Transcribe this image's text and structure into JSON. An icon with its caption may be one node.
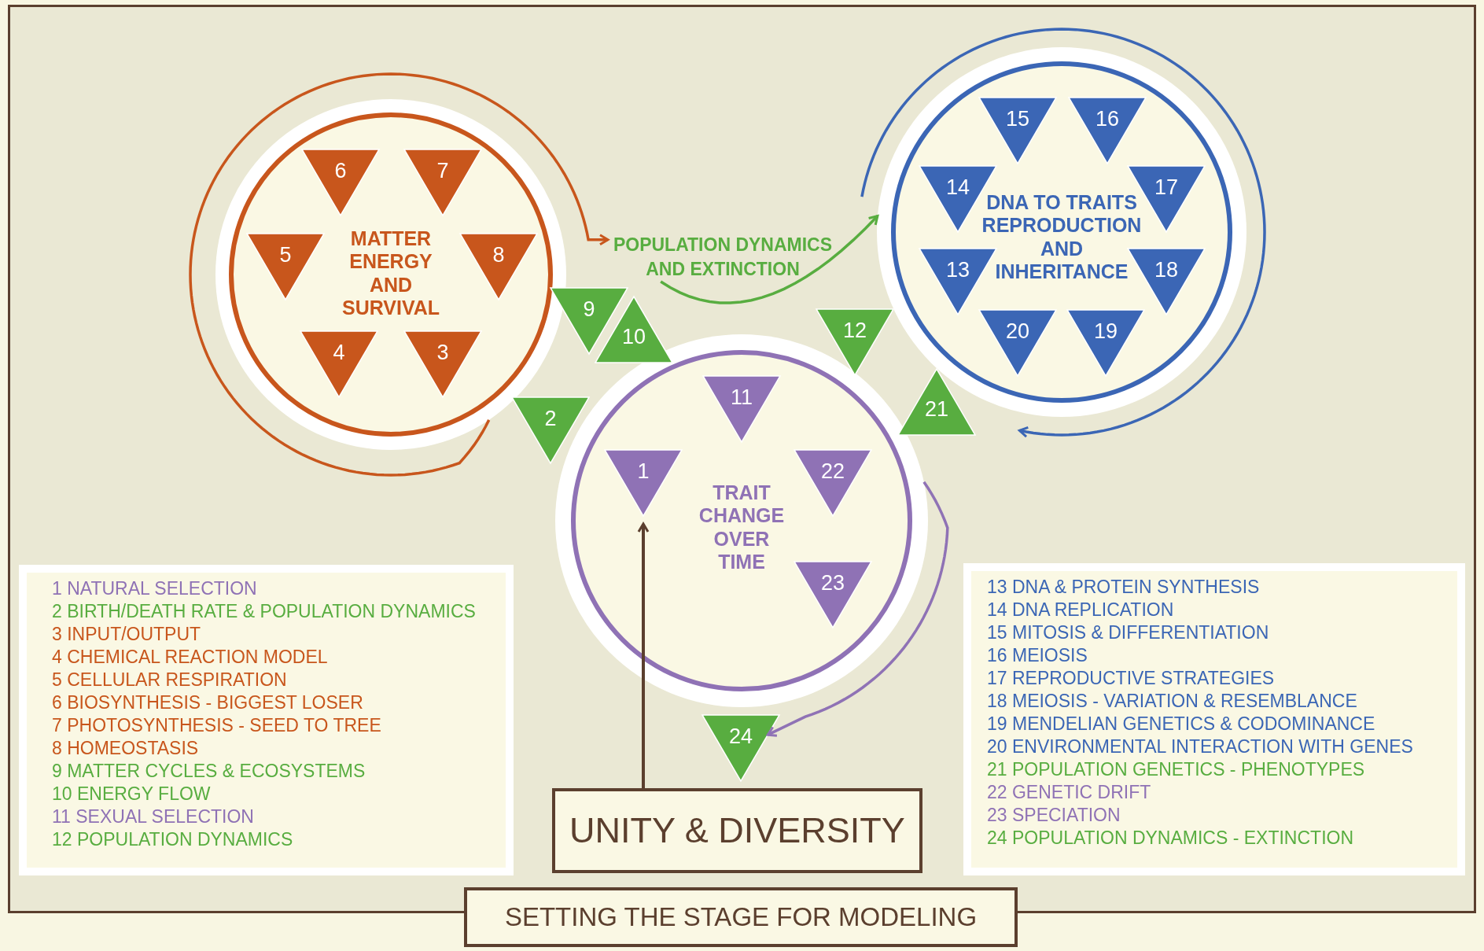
{
  "diagram": {
    "nodes": [
      {
        "text": [
          "MATTER ENERGY AND SURVIVAL"
        ]
      },
      {
        "text": [
          "6"
        ],
        "in": 0
      },
      {
        "text": [
          "7"
        ],
        "in": 0
      },
      {
        "text": [
          "5"
        ],
        "in": 0
      },
      {
        "text": [
          "8"
        ],
        "in": 0
      },
      {
        "text": [
          "4"
        ],
        "in": 0
      },
      {
        "text": [
          "3"
        ],
        "in": 0
      },
      {
        "text": [
          "POPULATION DYNAMICS AND EXTINCTION"
        ]
      },
      {
        "text": [
          "DNA TO TRAITS REPRODUCTION AND INHERITANCE"
        ]
      },
      {
        "text": [
          "15"
        ],
        "in": 8
      },
      {
        "text": [
          "16"
        ],
        "in": 8
      },
      {
        "text": [
          "14"
        ],
        "in": 8
      },
      {
        "text": [
          "17"
        ],
        "in": 8
      },
      {
        "text": [
          "13"
        ],
        "in": 8
      },
      {
        "text": [
          "18"
        ],
        "in": 8
      },
      {
        "text": [
          "20"
        ],
        "in": 8
      },
      {
        "text": [
          "19"
        ],
        "in": 8
      },
      {
        "text": [
          "9"
        ]
      },
      {
        "text": [
          "10"
        ]
      },
      {
        "text": [
          "12"
        ]
      },
      {
        "text": [
          "2"
        ]
      },
      {
        "text": [
          "TRAIT CHANGE OVER TIME"
        ]
      },
      {
        "text": [
          "11"
        ],
        "in": 21
      },
      {
        "text": [
          "1"
        ],
        "in": 21
      },
      {
        "text": [
          "22"
        ],
        "in": 21
      },
      {
        "text": [
          "23"
        ],
        "in": 21
      },
      {
        "text": [
          "21"
        ]
      },
      {
        "text": [
          "1 NATURAL SELECTION",
          "2 BIRTH/DEATH RATE & POPULATION DYNAMICS",
          "3 INPUT/OUTPUT",
          "4 CHEMICAL REACTION MODEL",
          "5 CELLULAR RESPIRATION",
          "6 BIOSYNTHESIS - BIGGEST LOSER",
          "7 PHOTOSYNTHESIS - SEED TO TREE",
          "8 HOMEOSTASIS",
          "9 MATTER CYCLES & ECOSYSTEMS",
          "10 ENERGY FLOW",
          "11 SEXUAL SELECTION",
          "12 POPULATION DYNAMICS"
        ]
      },
      {
        "text": [
          "13 DNA & PROTEIN SYNTHESIS",
          "14 DNA REPLICATION",
          "15 MITOSIS & DIFFERENTIATION",
          "16 MEIOSIS",
          "17 REPRODUCTIVE STRATEGIES",
          "18 MEIOSIS - VARIATION & RESEMBLANCE",
          "19 MENDELIAN GENETICS & CODOMINANCE",
          "20 ENVIRONMENTAL INTERACTION WITH GENES",
          "21 POPULATION GENETICS - PHENOTYPES",
          "22 GENETIC DRIFT",
          "23 SPECIATION",
          "24 POPULATION DYNAMICS - EXTINCTION"
        ]
      },
      {
        "text": [
          "24"
        ]
      },
      {
        "text": [
          "UNITY & DIVERSITY"
        ]
      },
      {
        "text": [
          "SETTING THE STAGE FOR MODELING"
        ]
      }
    ],
    "edges": [
      {
        "from": 0,
        "to": 7,
        "arrow": "to",
        "color": "#c8561c"
      },
      {
        "from": 7,
        "to": 8,
        "arrow": "to",
        "color": "#58ad40"
      },
      {
        "from": null,
        "to": 8,
        "arrow": "to",
        "color": "#3b66b5"
      },
      {
        "from": 21,
        "to": 29,
        "arrow": "to",
        "color": "#8f72b5"
      },
      {
        "from": 30,
        "to": 23,
        "arrow": "to",
        "color": "#5b3f2e"
      }
    ]
  }
}
